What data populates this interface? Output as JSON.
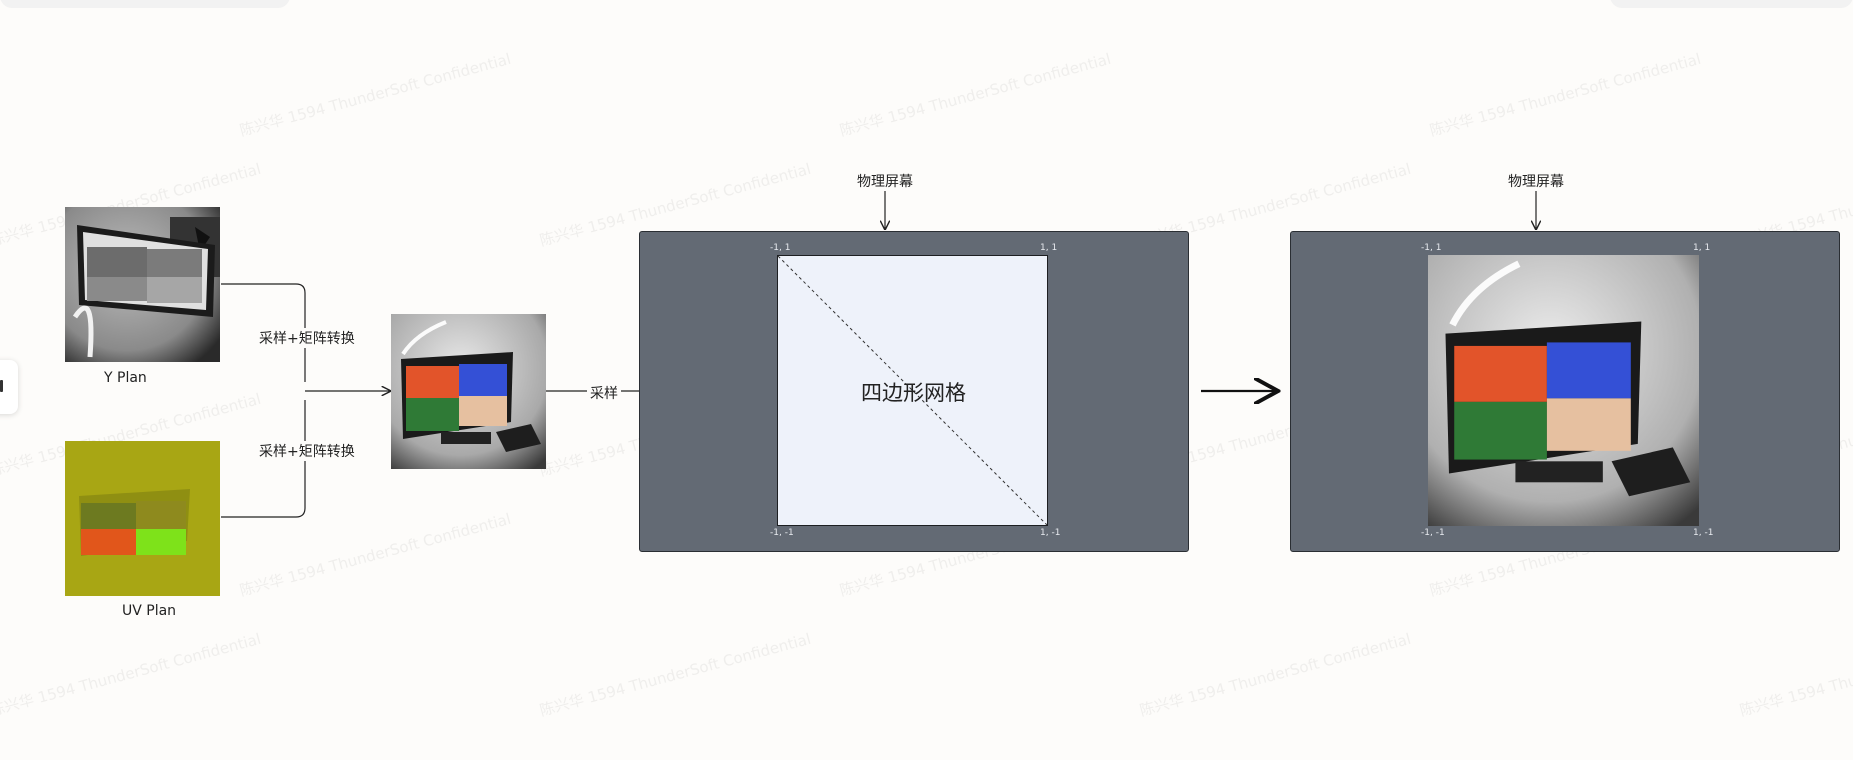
{
  "watermark": "陈兴华 1594 ThunderSoft Confidential",
  "inputs": {
    "y_plane_label": "Y Plan",
    "uv_plane_label": "UV Plan"
  },
  "convert": {
    "top_label": "采样+矩阵转换",
    "bottom_label": "采样+矩阵转换"
  },
  "sample_label": "采样",
  "screen_left": {
    "title": "物理屏幕",
    "quad_label": "四边形网格",
    "corners": {
      "tl": "-1, 1",
      "tr": "1, 1",
      "bl": "-1, -1",
      "br": "1, -1"
    }
  },
  "screen_right": {
    "title": "物理屏幕",
    "corners": {
      "tl": "-1, 1",
      "tr": "1, 1",
      "bl": "-1, -1",
      "br": "1, -1"
    }
  },
  "colors": {
    "screen_bg": "#636a74",
    "quad_bg": "#eef2fa",
    "uv_bg": "#a8a614",
    "tile_orange": "#e2542a",
    "tile_blue": "#3450d6",
    "tile_green": "#2f7a36",
    "tile_peach": "#e6c0a0"
  }
}
